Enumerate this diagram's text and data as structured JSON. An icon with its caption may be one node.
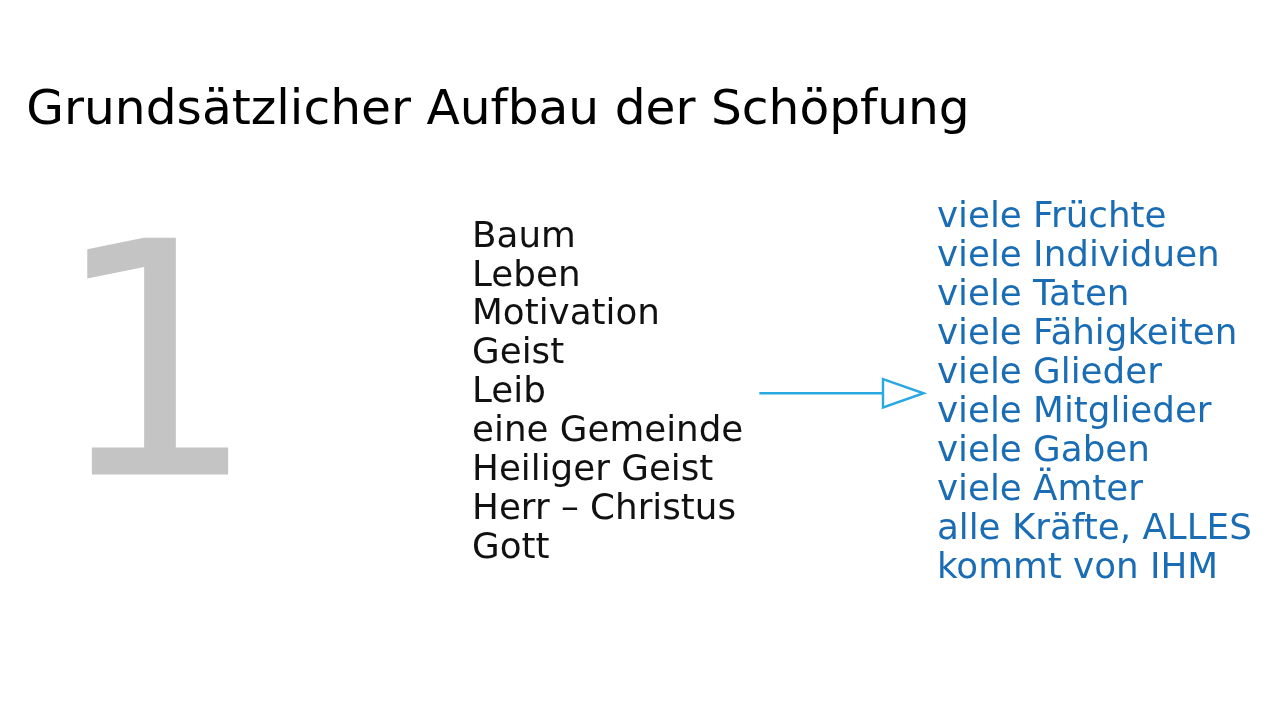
{
  "diagram": {
    "title": "Grundsätzlicher Aufbau der Schöpfung",
    "nodes": [
      {
        "text": [
          "Baum",
          "Leben",
          "Motivation",
          "Geist",
          "Leib",
          "eine Gemeinde",
          "Heiliger Geist",
          "Herr – Christus",
          "Gott"
        ]
      },
      {
        "text": [
          "viele Früchte",
          "viele Individuen",
          "viele Taten",
          "viele Fähigkeiten",
          "viele Glieder",
          "viele Mitglieder",
          "viele Gaben",
          "viele Ämter",
          "alle Kräfte, ALLES kommt von IHM"
        ]
      }
    ],
    "edges": [
      {
        "from": 0,
        "to": 1,
        "arrow": "to",
        "color": "#29a9e0"
      }
    ],
    "labels": [
      "1"
    ]
  }
}
